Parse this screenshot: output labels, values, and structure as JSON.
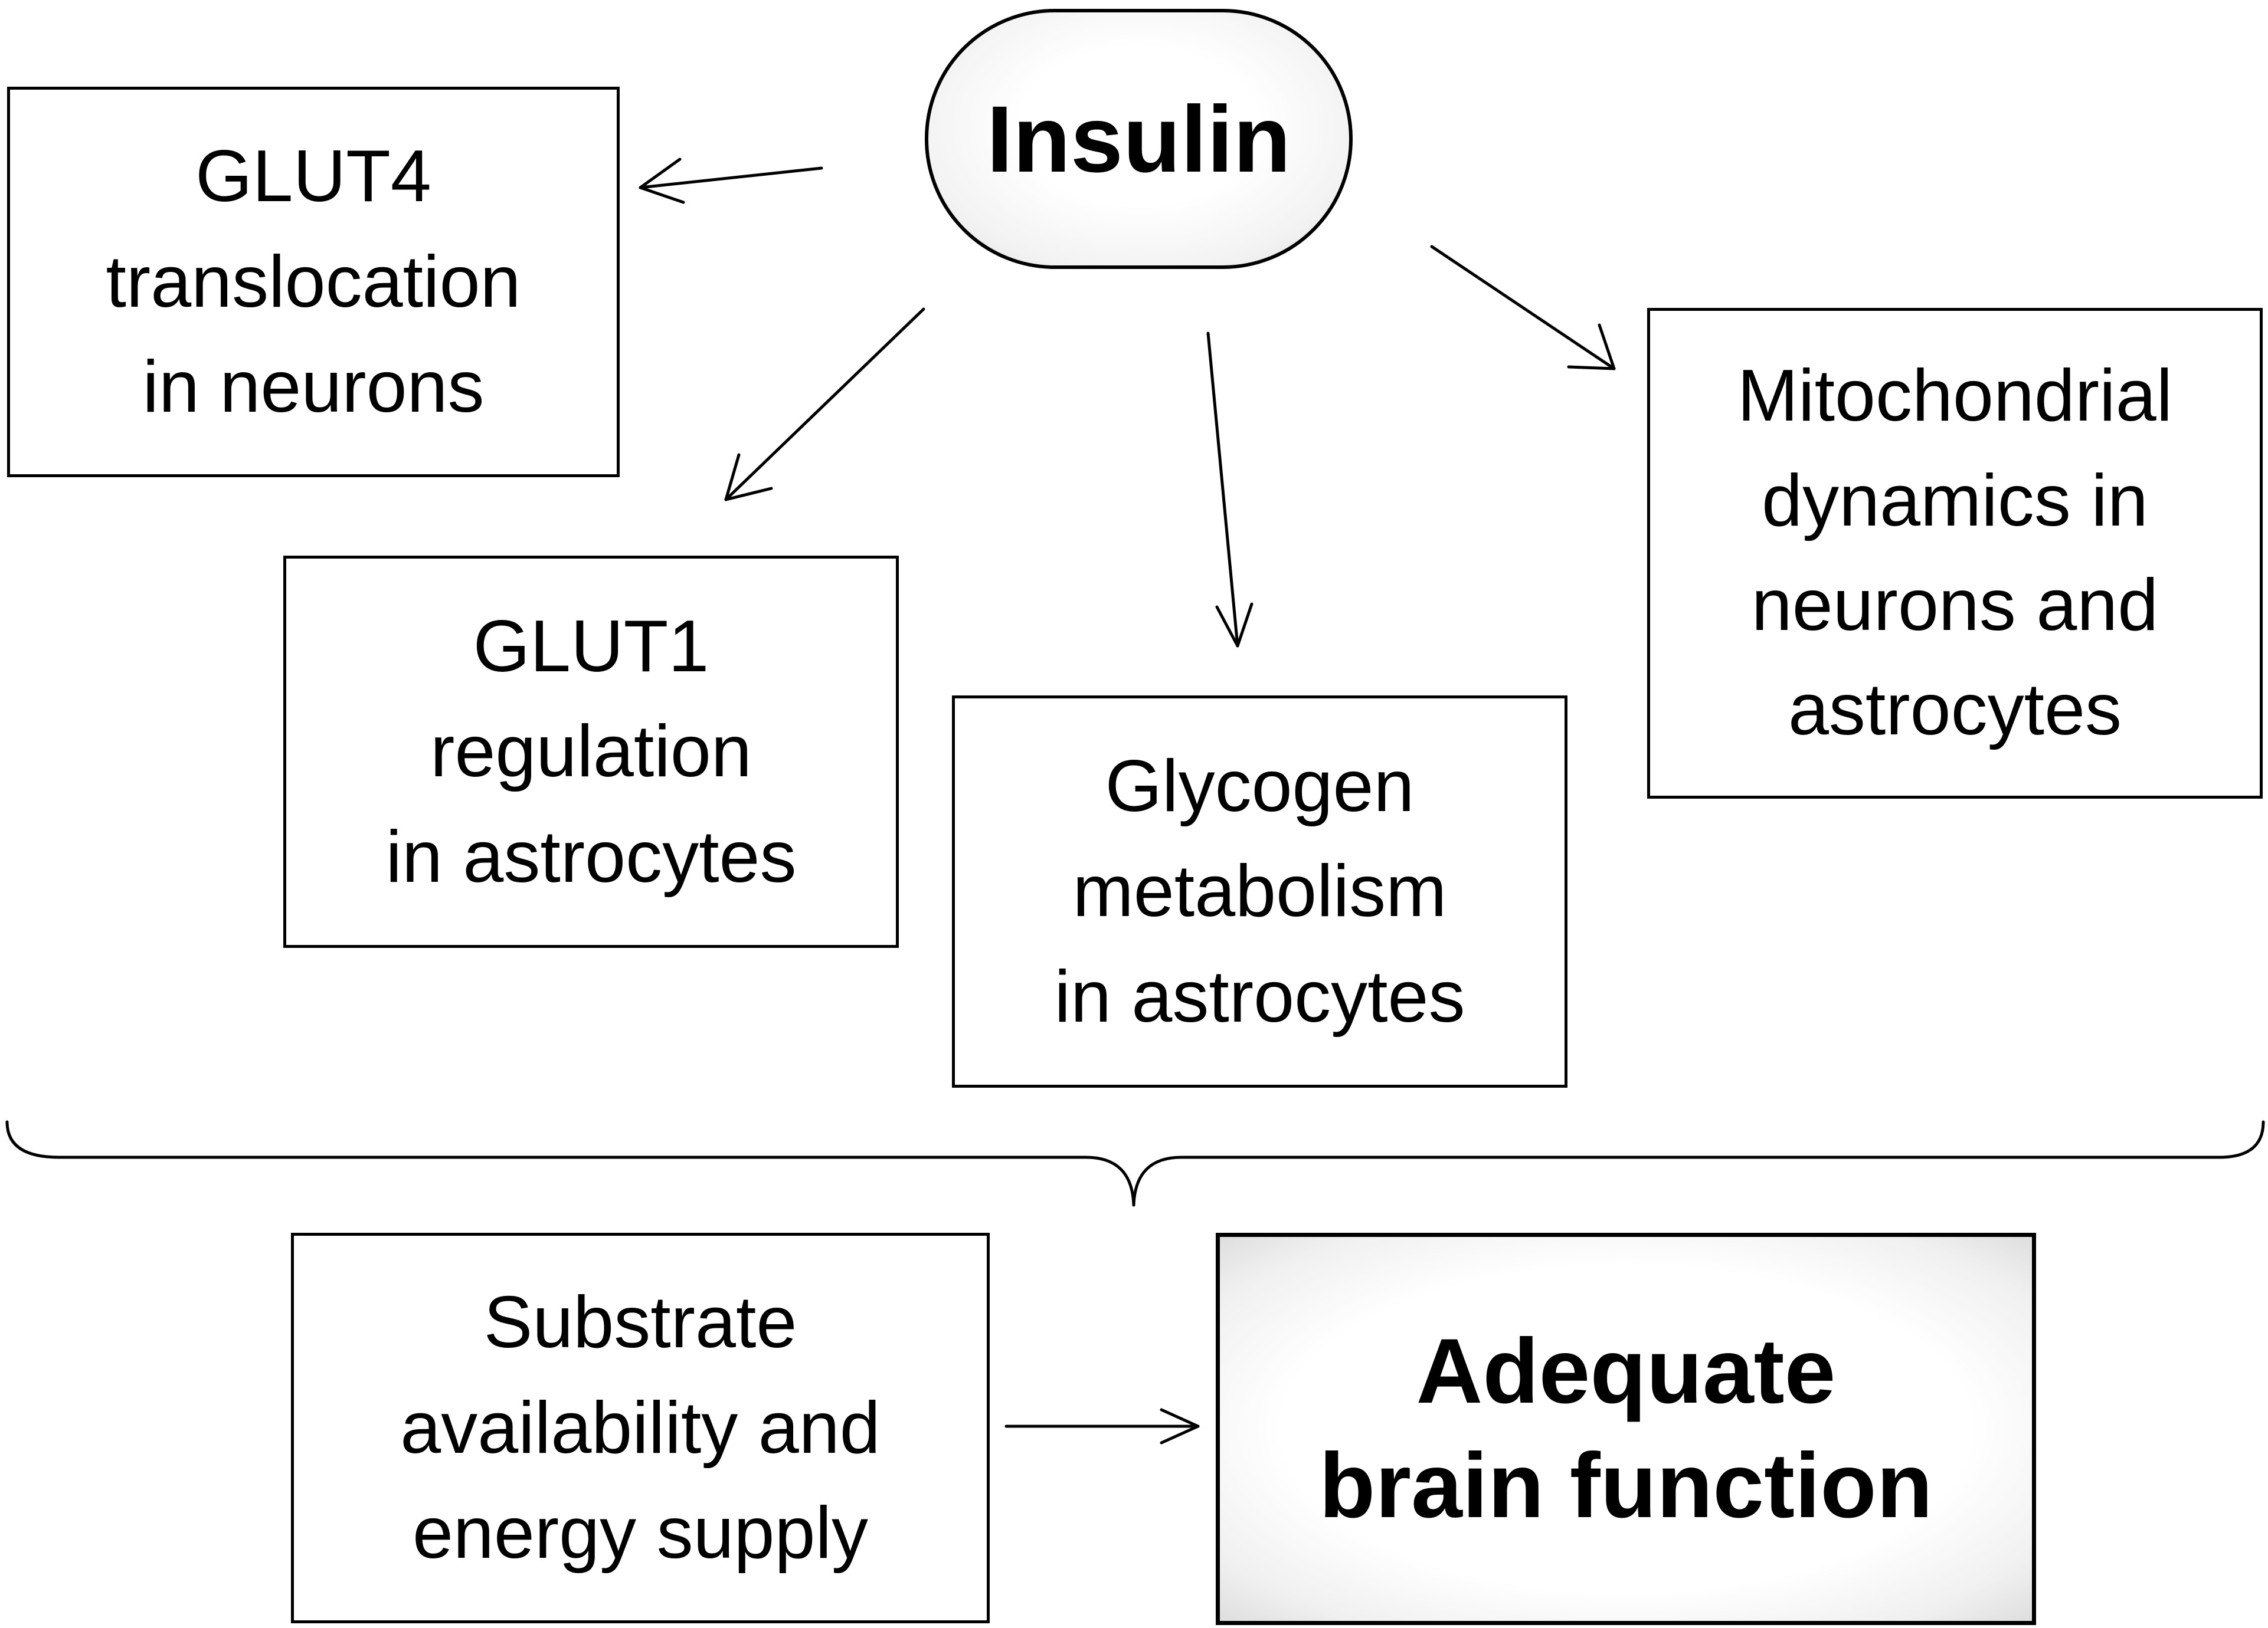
{
  "source": {
    "label": "Insulin"
  },
  "effects": {
    "glut4": {
      "lines": [
        "GLUT4",
        "translocation",
        "in neurons"
      ]
    },
    "glut1": {
      "lines": [
        "GLUT1",
        "regulation",
        "in astrocytes"
      ]
    },
    "glycogen": {
      "lines": [
        "Glycogen",
        "metabolism",
        "in astrocytes"
      ]
    },
    "mito": {
      "lines": [
        "Mitochondrial",
        "dynamics in",
        "neurons and",
        "astrocytes"
      ]
    }
  },
  "outcome": {
    "substrate": {
      "lines": [
        "Substrate",
        "availability and",
        "energy supply"
      ]
    },
    "brain": {
      "lines": [
        "Adequate",
        "brain function"
      ]
    }
  }
}
